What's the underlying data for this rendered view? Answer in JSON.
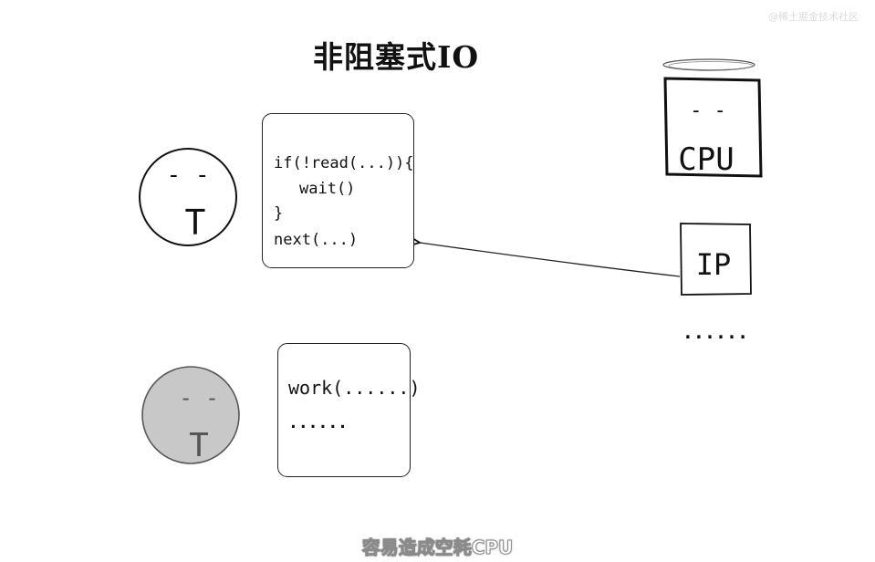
{
  "header": {
    "title": "非阻塞式IO",
    "watermark": "@稀土掘金技术社区"
  },
  "worker_active": {
    "face": {
      "eyes": "-  -",
      "mouth": "T"
    },
    "code_lines": [
      "if(!read(...)){",
      "wait()",
      "}",
      "next(...)"
    ]
  },
  "worker_idle": {
    "face": {
      "eyes": "-  -",
      "mouth": "T"
    },
    "code_lines": [
      "work(......)",
      "......"
    ]
  },
  "resources": {
    "cpu_label": "CPU",
    "cpu_eyes": "-  -",
    "ip_label": "IP",
    "more_label": "......"
  },
  "caption": {
    "text": "容易造成空耗CPU"
  },
  "colors": {
    "ink": "#111111",
    "idle_face_fill": "#c8c8c8",
    "background": "#ffffff"
  }
}
